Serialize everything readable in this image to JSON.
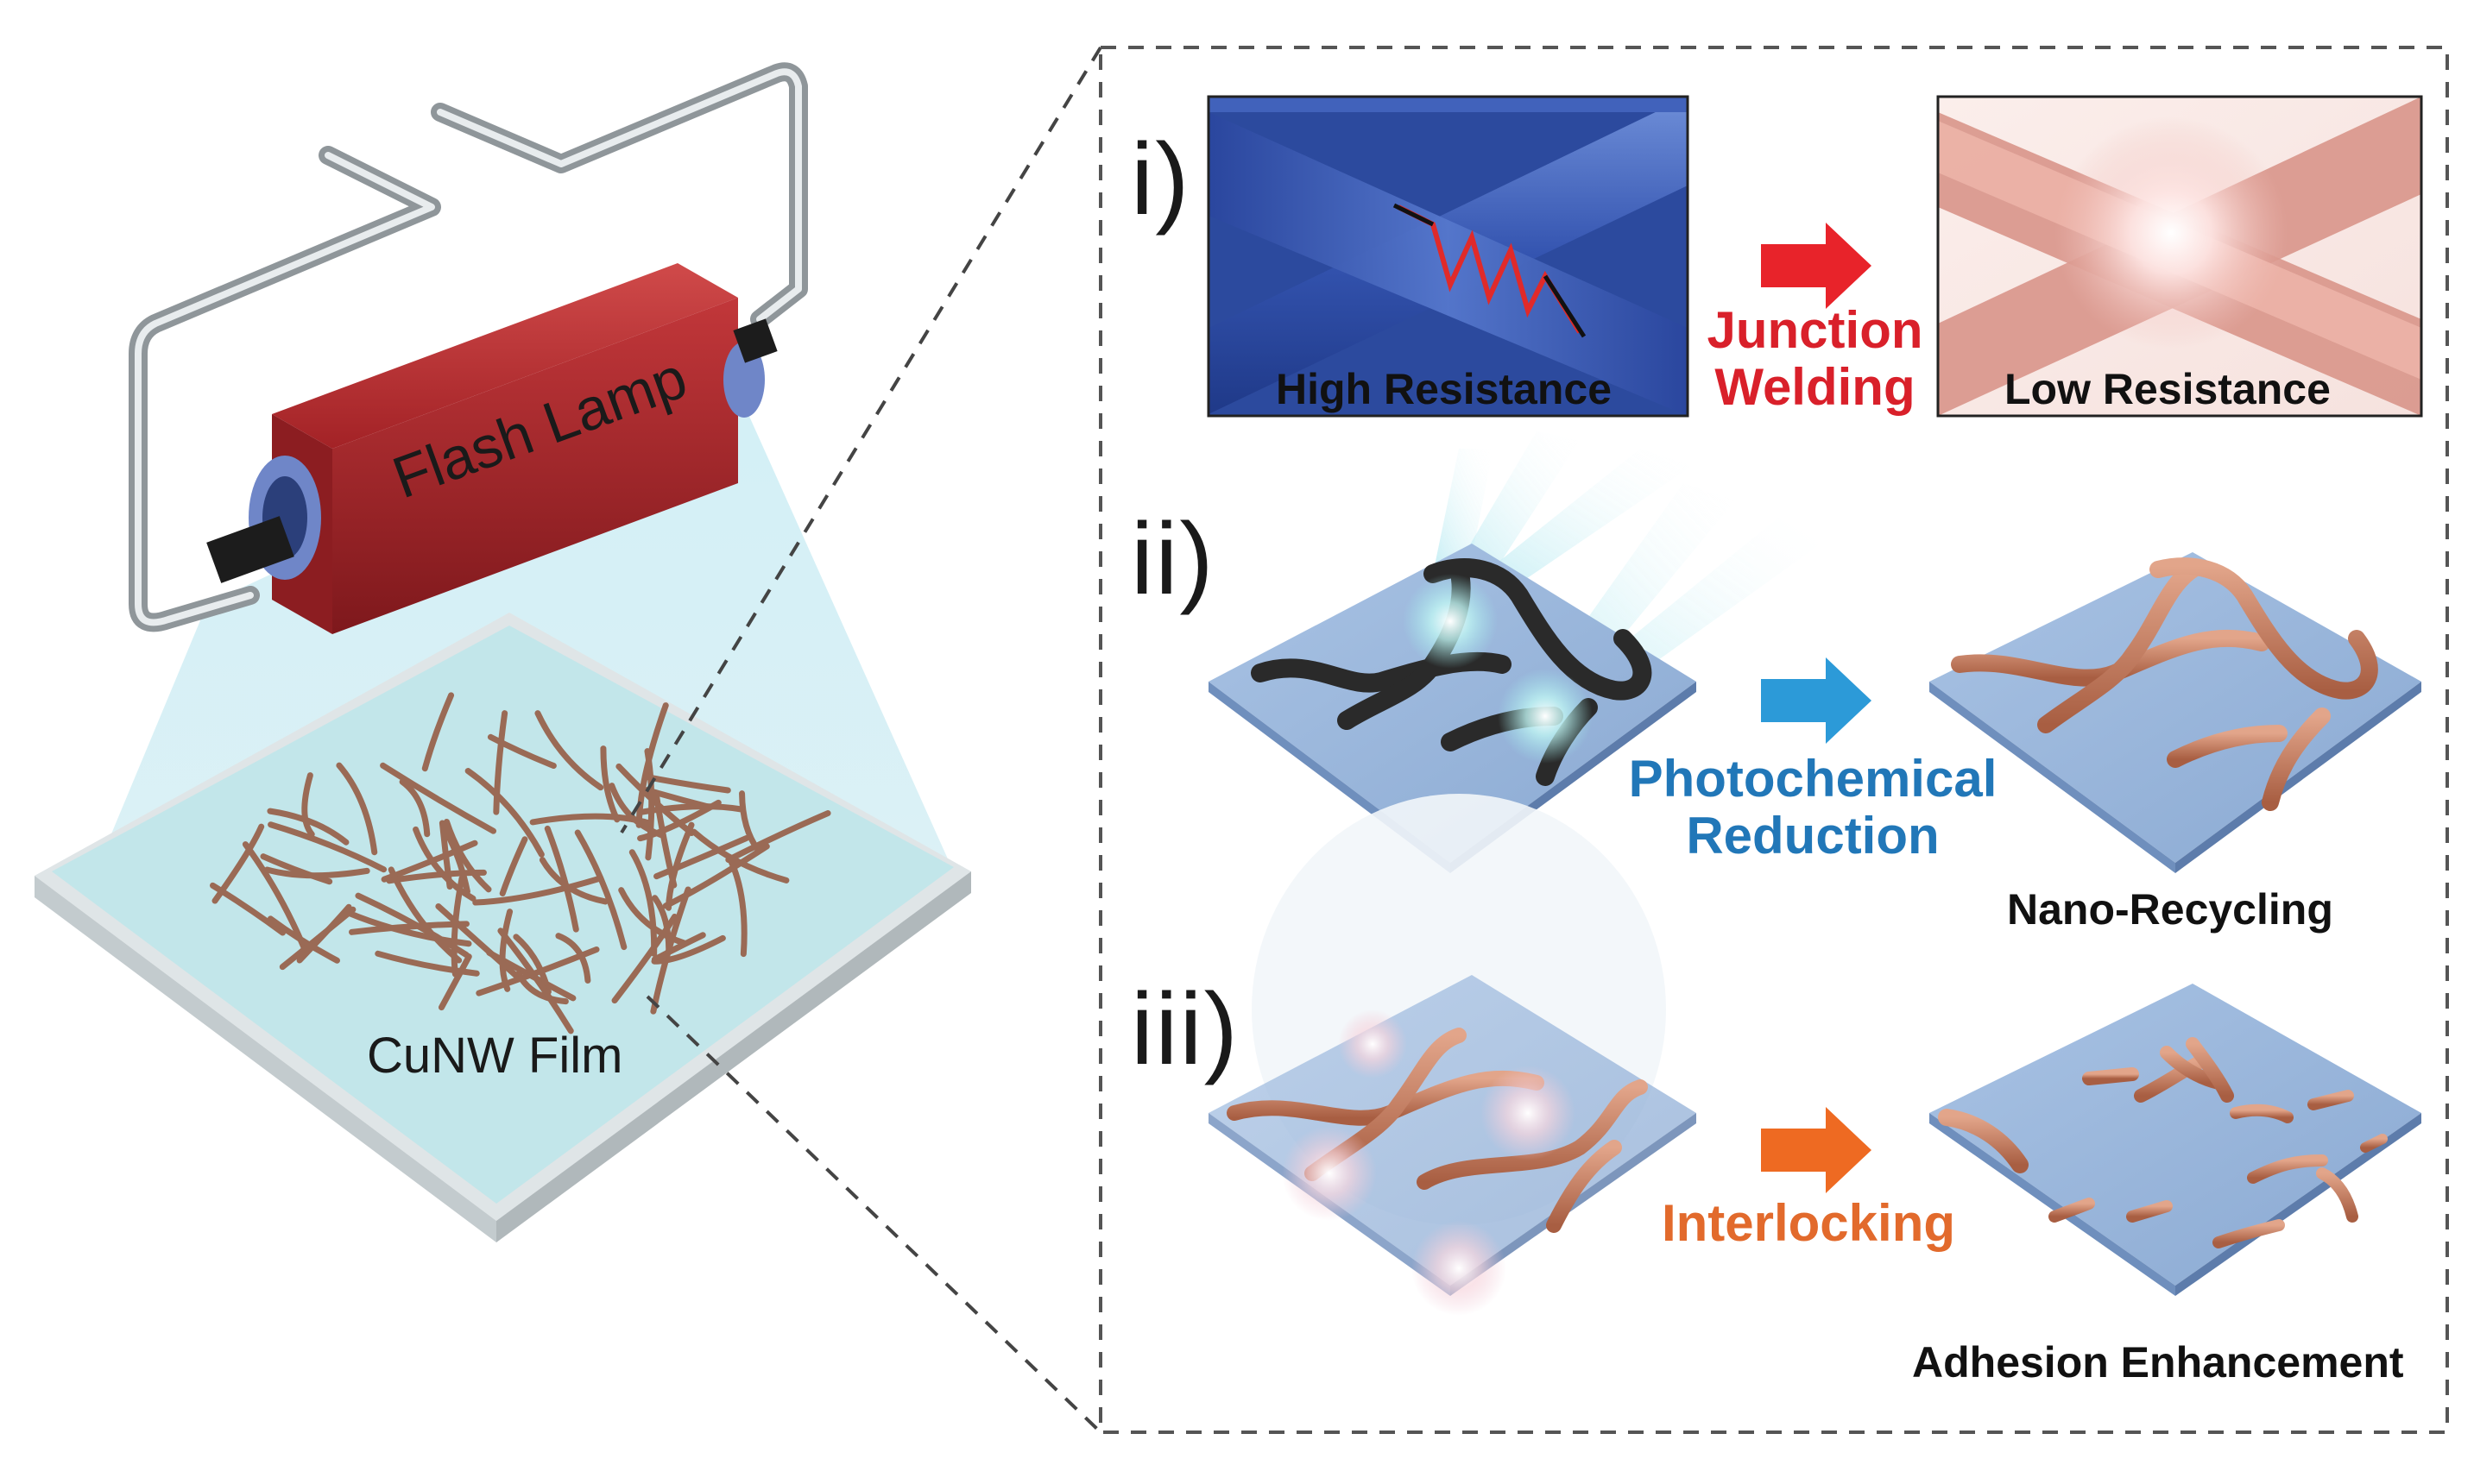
{
  "left_panel": {
    "lamp_label": "Flash Lamp",
    "film_label": "CuNW Film"
  },
  "right_panel": {
    "rows": [
      {
        "roman": "i)",
        "before_label": "High Resistance",
        "process_label_line1": "Junction",
        "process_label_line2": "Welding",
        "after_label": "Low Resistance",
        "arrow_color": "#e8232a",
        "text_color": "#d9202a"
      },
      {
        "roman": "ii)",
        "process_label_line1": "Photochemical",
        "process_label_line2": "Reduction",
        "after_label": "Nano-Recycling",
        "arrow_color": "#2c9ad8",
        "text_color": "#2177b8"
      },
      {
        "roman": "iii)",
        "process_label_line1": "Interlocking",
        "after_label": "Adhesion Enhancement",
        "arrow_color": "#ee6a22",
        "text_color": "#e26a2c"
      }
    ]
  },
  "colors": {
    "lamp_body": "#b42a2e",
    "film_glass": "#b9e3e8",
    "nanowire_copper": "#9a6a55",
    "substrate_blue": "#8fb0d6",
    "wire_blue": "#3b5db5"
  }
}
